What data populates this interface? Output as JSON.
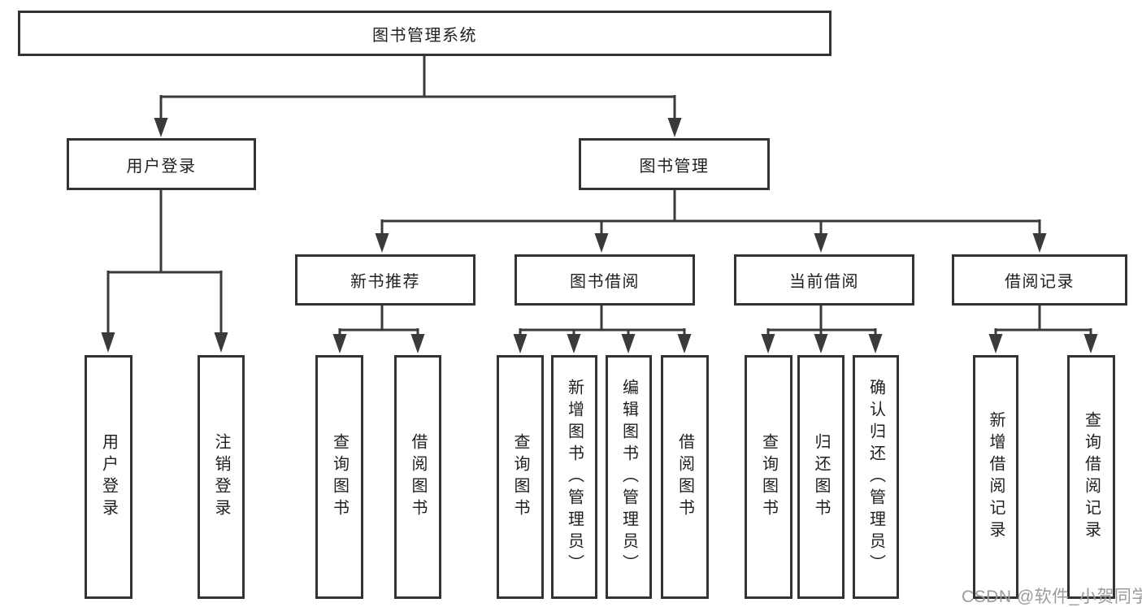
{
  "diagram_type": "hierarchy-tree",
  "tree": {
    "label": "图书管理系统",
    "children": [
      {
        "label": "用户登录",
        "children": [
          {
            "label": "用户登录"
          },
          {
            "label": "注销登录"
          }
        ]
      },
      {
        "label": "图书管理",
        "children": [
          {
            "label": "新书推荐",
            "children": [
              {
                "label": "查询图书"
              },
              {
                "label": "借阅图书"
              }
            ]
          },
          {
            "label": "图书借阅",
            "children": [
              {
                "label": "查询图书"
              },
              {
                "label": "新增图书（管理员）"
              },
              {
                "label": "编辑图书（管理员）"
              },
              {
                "label": "借阅图书"
              }
            ]
          },
          {
            "label": "当前借阅",
            "children": [
              {
                "label": "查询图书"
              },
              {
                "label": "归还图书"
              },
              {
                "label": "确认归还（管理员）"
              }
            ]
          },
          {
            "label": "借阅记录",
            "children": [
              {
                "label": "新增借阅记录"
              },
              {
                "label": "查询借阅记录"
              }
            ]
          }
        ]
      }
    ]
  },
  "watermark": {
    "text": "CSDN @软件_小贺同学"
  },
  "colors": {
    "background": "#ffffff",
    "box_border": "#333333",
    "connector_line": "#3a3a3a",
    "text": "#1f1f1f",
    "watermark": "#9b9b9b"
  }
}
